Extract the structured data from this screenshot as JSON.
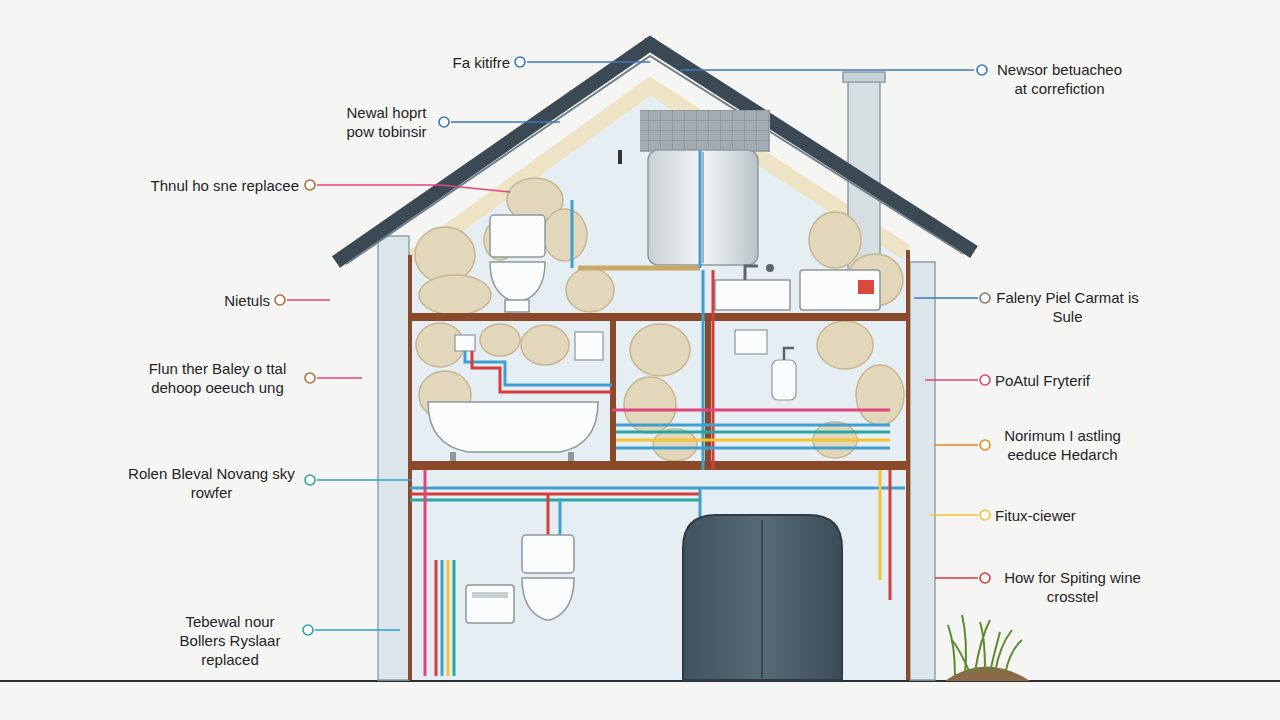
{
  "diagram": {
    "labels": [
      "Fa kitifre",
      "Newsor betuacheo at correfiction",
      "Newal hoprt pow tobinsir",
      "Thnul ho sne replacee",
      "Nietuls",
      "Faleny Piel Carmat is Sule",
      "Flun ther Baley o ttal dehoop oeeuch ung",
      "PoAtul Fryterif",
      "Norimum I astling eeduce Hedarch",
      "Rolen Bleval Novang sky rowfer",
      "Fitux-ciewer",
      "How for Spiting wine crosstel",
      "Tebewal nour Bollers Ryslaar replaced"
    ]
  }
}
